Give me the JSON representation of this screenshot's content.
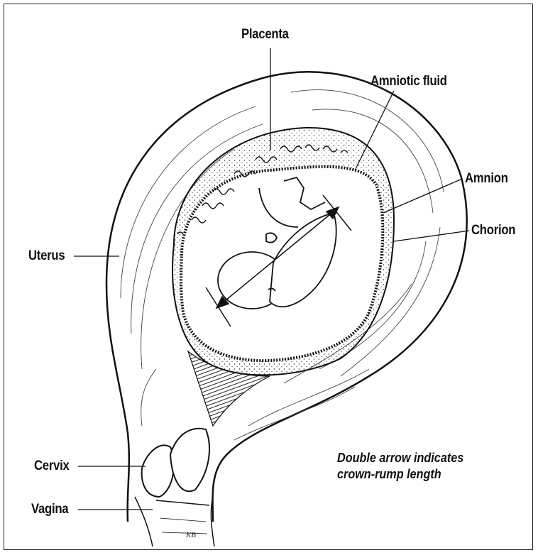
{
  "labels": {
    "placenta": "Placenta",
    "amniotic_fluid": "Amniotic fluid",
    "amnion": "Amnion",
    "chorion": "Chorion",
    "uterus": "Uterus",
    "cervix": "Cervix",
    "vagina": "Vagina"
  },
  "note": {
    "line1": "Double arrow indicates",
    "line2": "crown-rump length"
  },
  "signature": "KB",
  "colors": {
    "ink": "#111111",
    "background": "#ffffff"
  }
}
